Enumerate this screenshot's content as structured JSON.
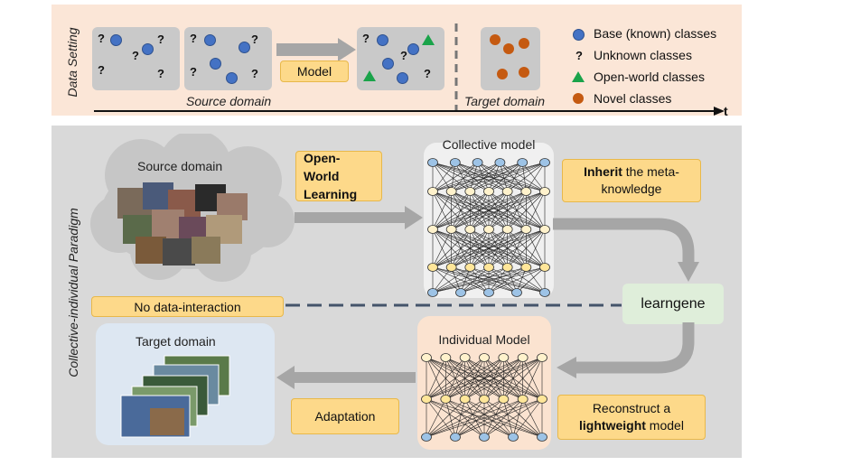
{
  "data_setting": {
    "side_label": "Data Setting",
    "model_label": "Model",
    "source_domain_label": "Source domain",
    "target_domain_label": "Target domain",
    "time_label": "t",
    "legend": [
      {
        "label": "Base (known) classes",
        "marker": "blue-circle",
        "color": "#4472c4"
      },
      {
        "label": "Unknown classes",
        "marker": "question-mark",
        "color": "#111111"
      },
      {
        "label": "Open-world classes",
        "marker": "green-triangle",
        "color": "#1aa34a"
      },
      {
        "label": "Novel classes",
        "marker": "orange-circle",
        "color": "#c55a11"
      }
    ]
  },
  "paradigm": {
    "side_label": "Collective-individual Paradigm",
    "source_domain_label": "Source domain",
    "open_world_label": "Open-World Learning",
    "collective_model_label": "Collective model",
    "inherit_bold": "Inherit",
    "inherit_rest": " the meta-knowledge",
    "learngene_label": "learngene",
    "no_interaction_label": "No data-interaction",
    "individual_model_label": "Individual Model",
    "target_domain_label": "Target domain",
    "adaptation_label": "Adaptation",
    "reconstruct_line1": "Reconstruct a",
    "reconstruct_bold": "lightweight",
    "reconstruct_rest": " model"
  }
}
